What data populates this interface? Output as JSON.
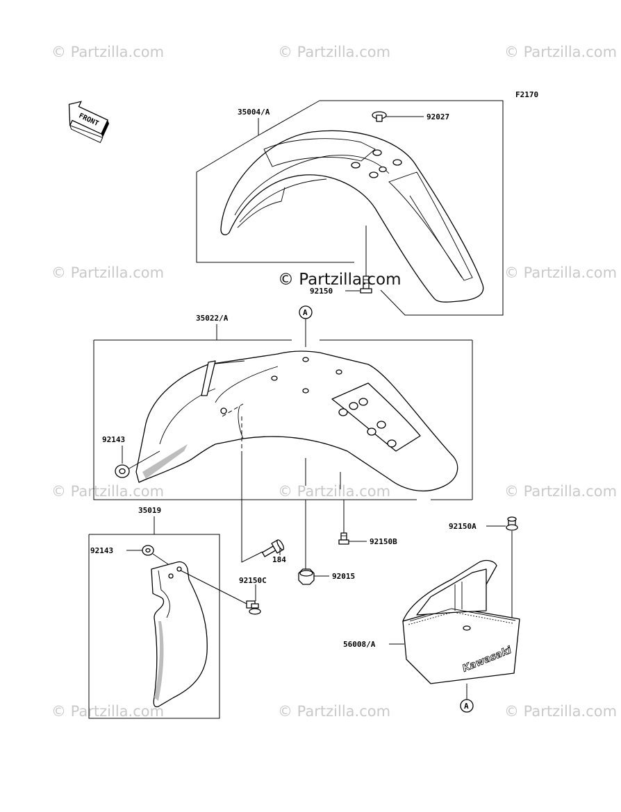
{
  "diagram_code": "F2170",
  "direction_arrow": "FRONT",
  "watermark": "© Partzilla.com",
  "center_watermark": "© Partzilla.com",
  "callouts": {
    "front_fender": "35004/A",
    "fender_rivet": "92027",
    "front_fender_bolt": "92150",
    "rear_fender": "35022/A",
    "rear_washer": "92143",
    "side_flap": "35019",
    "flap_washer": "92143",
    "flap_bolt": "92150C",
    "fender_bolt_184": "184",
    "nut": "92015",
    "rear_bolt": "92150B",
    "bag_bolt": "92150A",
    "tool_bag": "56008/A",
    "ref_a_top": "A",
    "ref_a_bottom": "A"
  },
  "tool_bag_brand": "Kawasaki"
}
